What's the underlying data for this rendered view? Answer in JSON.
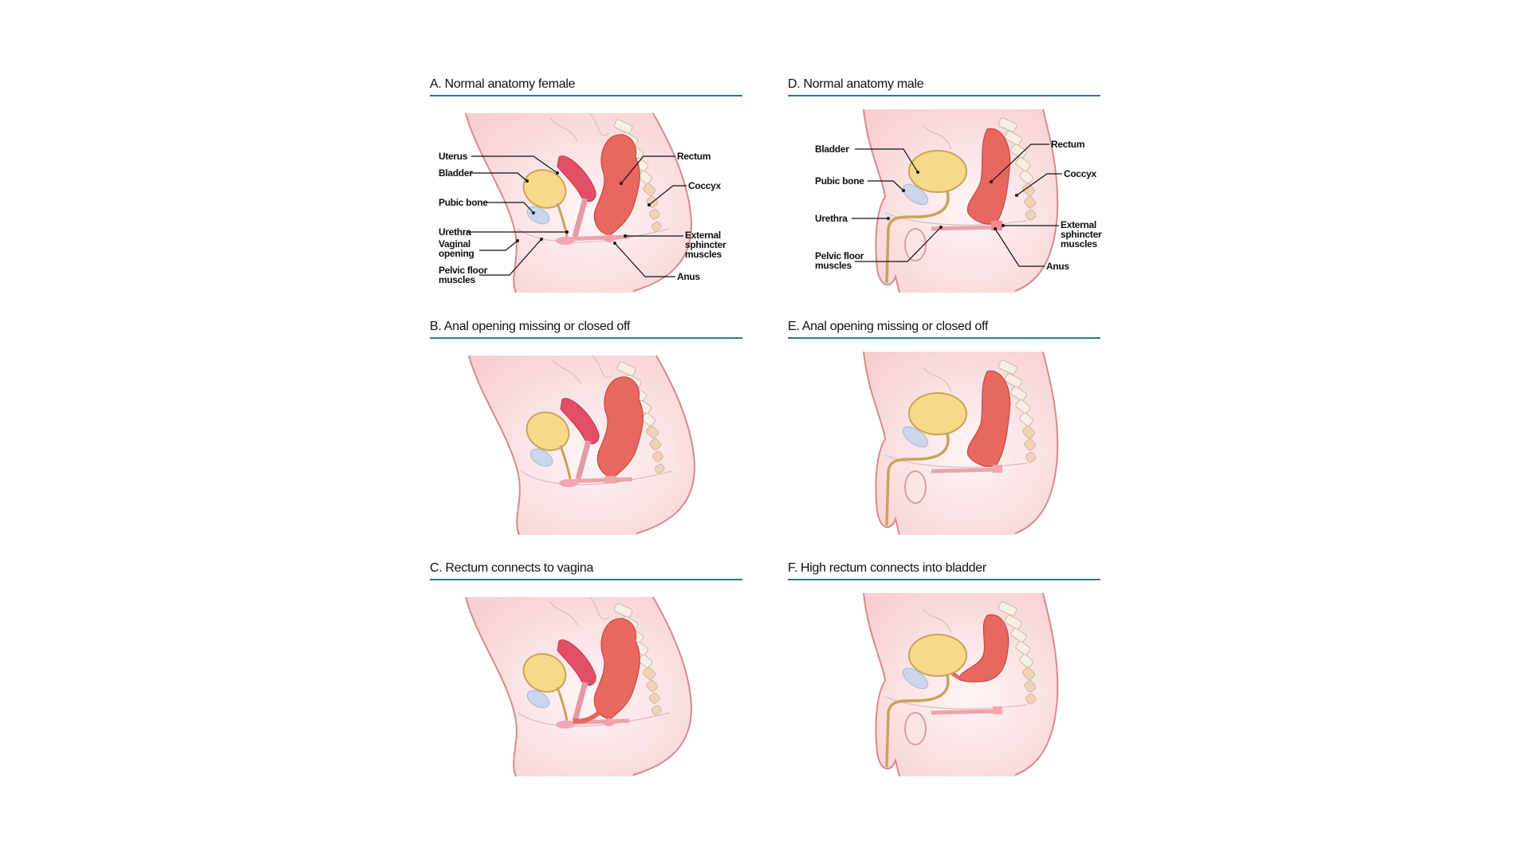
{
  "panels": [
    {
      "id": "A",
      "title": "A. Normal anatomy female",
      "kind": "female",
      "variant": "normal",
      "labels": [
        "Uterus",
        "Bladder",
        "Pubic bone",
        "Urethra",
        "Vaginal opening",
        "Pelvic floor muscles",
        "Rectum",
        "Coccyx",
        "External sphincter muscles",
        "Anus"
      ]
    },
    {
      "id": "D",
      "title": "D. Normal anatomy male",
      "kind": "male",
      "variant": "normal",
      "labels": [
        "Bladder",
        "Pubic bone",
        "Urethra",
        "Pelvic floor muscles",
        "Rectum",
        "Coccyx",
        "External sphincter muscles",
        "Anus"
      ]
    },
    {
      "id": "B",
      "title": "B. Anal opening missing or closed off",
      "kind": "female",
      "variant": "closed"
    },
    {
      "id": "E",
      "title": "E. Anal opening missing or closed off",
      "kind": "male",
      "variant": "closed"
    },
    {
      "id": "C",
      "title": "C. Rectum connects to vagina",
      "kind": "female",
      "variant": "vagina"
    },
    {
      "id": "F",
      "title": "F. High rectum connects into bladder",
      "kind": "male",
      "variant": "bladder"
    }
  ],
  "colors": {
    "rule": "#2b7a8a",
    "rectum": "#e8675e",
    "uterus": "#e14e66",
    "bladder": "#f8d98a",
    "pubic_bone": "#c9d6ec",
    "skin": "#fbe4e4"
  }
}
